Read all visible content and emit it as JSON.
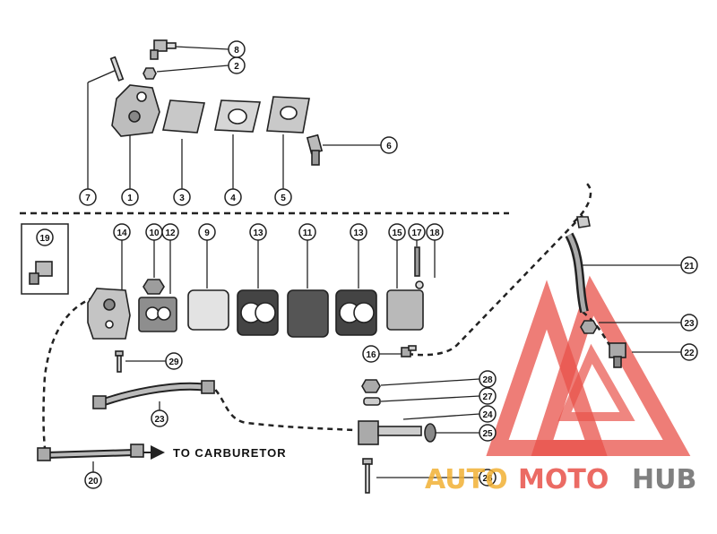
{
  "callouts": {
    "c1": "1",
    "c2": "2",
    "c3": "3",
    "c4": "4",
    "c5": "5",
    "c6": "6",
    "c7": "7",
    "c8": "8",
    "c9": "9",
    "c10": "10",
    "c11": "11",
    "c12": "12",
    "c13a": "13",
    "c13b": "13",
    "c14": "14",
    "c15": "15",
    "c16": "16",
    "c17": "17",
    "c18": "18",
    "c19": "19",
    "c20": "20",
    "c21": "21",
    "c22": "22",
    "c23a": "23",
    "c23b": "23",
    "c24": "24",
    "c25": "25",
    "c26": "26",
    "c27": "27",
    "c28": "28",
    "c29": "29"
  },
  "note": "TO CARBURETOR",
  "watermark": {
    "part1": "AUTO",
    "part2": "MOTO",
    "part3": "HUB"
  },
  "colors": {
    "line": "#222222",
    "part_fill": "#cfcfcf",
    "gasket_fill": "#9a9a9a",
    "watermark_red": "#e8524a",
    "watermark_orange": "#f2b134",
    "watermark_gray": "#6b6b6b"
  }
}
